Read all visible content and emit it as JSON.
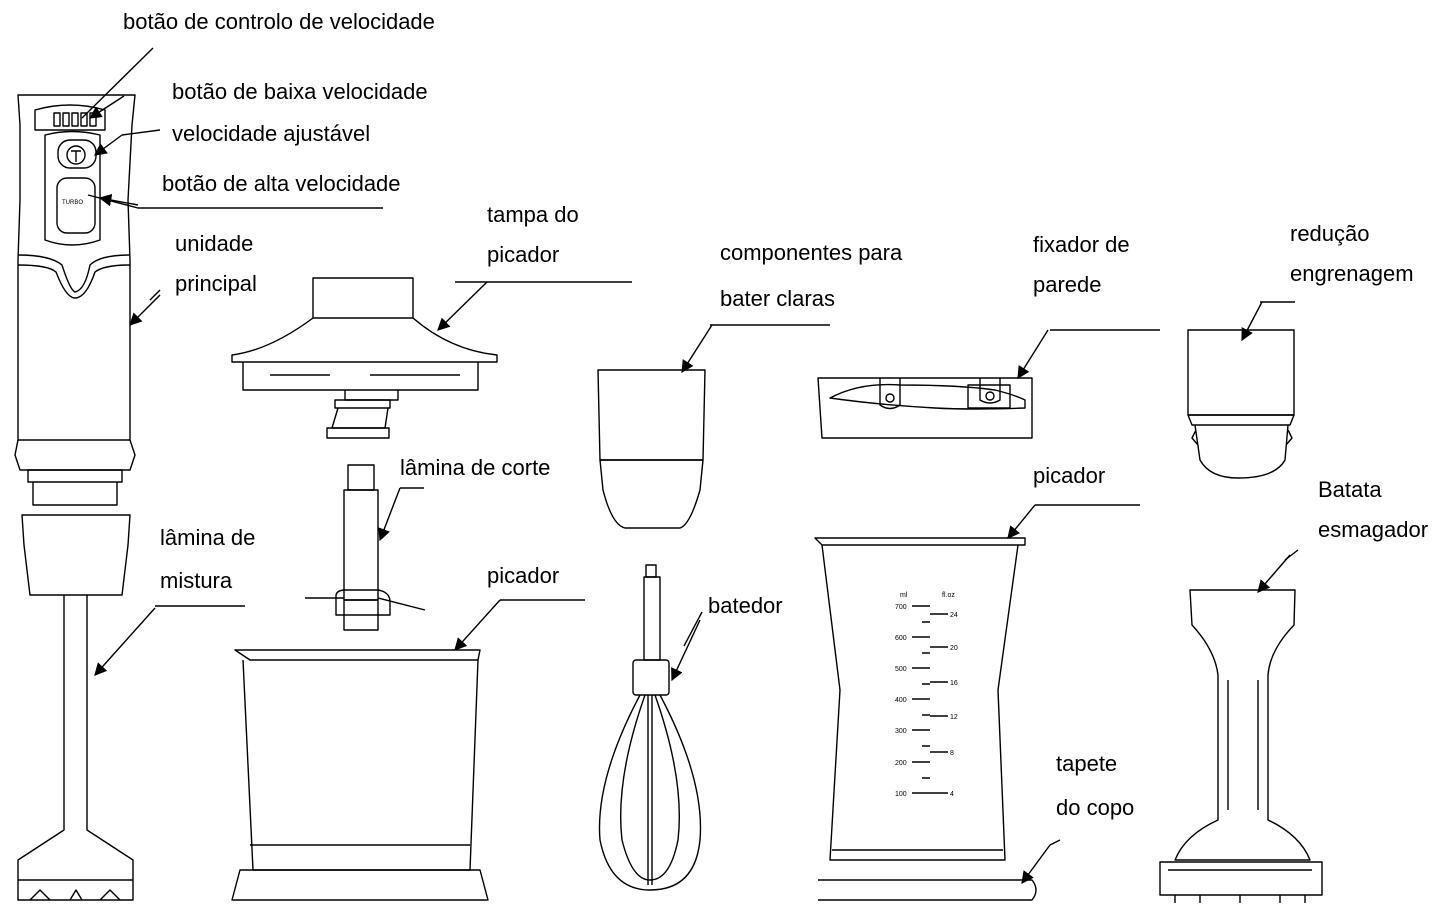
{
  "labels": {
    "speed_control_button": "botão de controlo de velocidade",
    "low_speed_button": "botão de baixa velocidade",
    "adjustable_speed": "velocidade ajustável",
    "high_speed_button": "botão de alta velocidade",
    "main_unit_1": "unidade",
    "main_unit_2": "principal",
    "chopper_lid_1": "tampa do",
    "chopper_lid_2": "picador",
    "whisk_parts_1": "componentes para",
    "whisk_parts_2": "bater claras",
    "wall_holder_1": "fixador de",
    "wall_holder_2": "parede",
    "gear_reduction_1": "redução",
    "gear_reduction_2": "engrenagem",
    "cutting_blade": "lâmina de corte",
    "chopper_cup": "picador",
    "chopper_bowl": "picador",
    "potato_masher_1": "Batata",
    "potato_masher_2": "esmagador",
    "mixing_blade_1": "lâmina de",
    "mixing_blade_2": "mistura",
    "whisk": "batedor",
    "cup_mat_1": "tapete",
    "cup_mat_2": "do copo"
  },
  "device_text": {
    "turbo": "TURBO"
  },
  "measuring_cup": {
    "ml_header": "ml",
    "floz_header": "fl.oz",
    "ml_marks": [
      "700",
      "600",
      "500",
      "400",
      "300",
      "200",
      "100"
    ],
    "floz_marks": [
      "24",
      "20",
      "16",
      "12",
      "8",
      "4"
    ]
  }
}
